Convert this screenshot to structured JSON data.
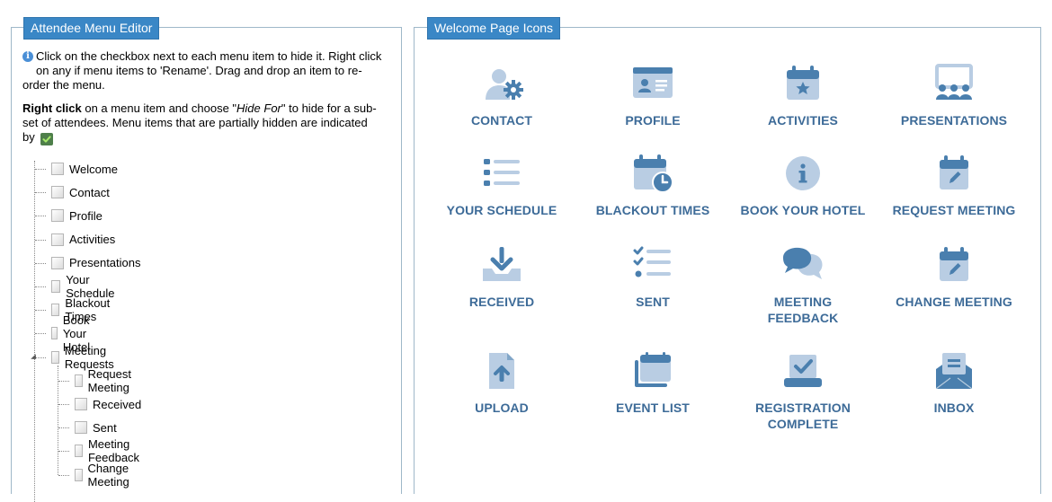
{
  "left_panel": {
    "title": "Attendee Menu Editor",
    "info_line1": "Click on the checkbox next to each menu item to hide it. Right click",
    "info_line2": "on any if menu items to 'Rename'. Drag and drop an item to re-",
    "info_line3": "order the menu.",
    "info2_bold": "Right click",
    "info2_text1": " on a menu item and choose \"",
    "info2_italic": "Hide For",
    "info2_text2": "\" to hide for a sub-",
    "info2_line2": "set of attendees. Menu items that are partially hidden are indicated",
    "info2_line3": "by",
    "menu_items": [
      {
        "label": "Welcome"
      },
      {
        "label": "Contact"
      },
      {
        "label": "Profile"
      },
      {
        "label": "Activities"
      },
      {
        "label": "Presentations"
      },
      {
        "label": "Your Schedule"
      },
      {
        "label": "Blackout Times"
      },
      {
        "label": "Book Your Hotel"
      },
      {
        "label": "Meeting Requests"
      }
    ],
    "sub_items": [
      {
        "label": "Request Meeting"
      },
      {
        "label": "Received"
      },
      {
        "label": "Sent"
      },
      {
        "label": "Meeting Feedback"
      },
      {
        "label": "Change Meeting"
      }
    ]
  },
  "right_panel": {
    "title": "Welcome Page Icons",
    "icons": [
      {
        "label": "CONTACT",
        "icon": "contact-icon"
      },
      {
        "label": "PROFILE",
        "icon": "profile-icon"
      },
      {
        "label": "ACTIVITIES",
        "icon": "activities-icon"
      },
      {
        "label": "PRESENTATIONS",
        "icon": "presentations-icon"
      },
      {
        "label": "YOUR SCHEDULE",
        "icon": "schedule-icon"
      },
      {
        "label": "BLACKOUT TIMES",
        "icon": "blackout-icon"
      },
      {
        "label": "BOOK YOUR HOTEL",
        "icon": "hotel-info-icon"
      },
      {
        "label": "REQUEST MEETING",
        "icon": "request-meeting-icon"
      },
      {
        "label": "RECEIVED",
        "icon": "received-icon"
      },
      {
        "label": "SENT",
        "icon": "sent-icon"
      },
      {
        "label": "MEETING\nFEEDBACK",
        "icon": "feedback-icon"
      },
      {
        "label": "CHANGE MEETING",
        "icon": "change-meeting-icon"
      },
      {
        "label": "UPLOAD",
        "icon": "upload-icon"
      },
      {
        "label": "EVENT LIST",
        "icon": "event-list-icon"
      },
      {
        "label": "REGISTRATION\nCOMPLETE",
        "icon": "registration-complete-icon"
      },
      {
        "label": "INBOX",
        "icon": "inbox-icon"
      }
    ]
  },
  "colors": {
    "dark": "#4a7fae",
    "light": "#b9cde3",
    "label": "#3d6b98",
    "legend_bg": "#3a87c6"
  }
}
